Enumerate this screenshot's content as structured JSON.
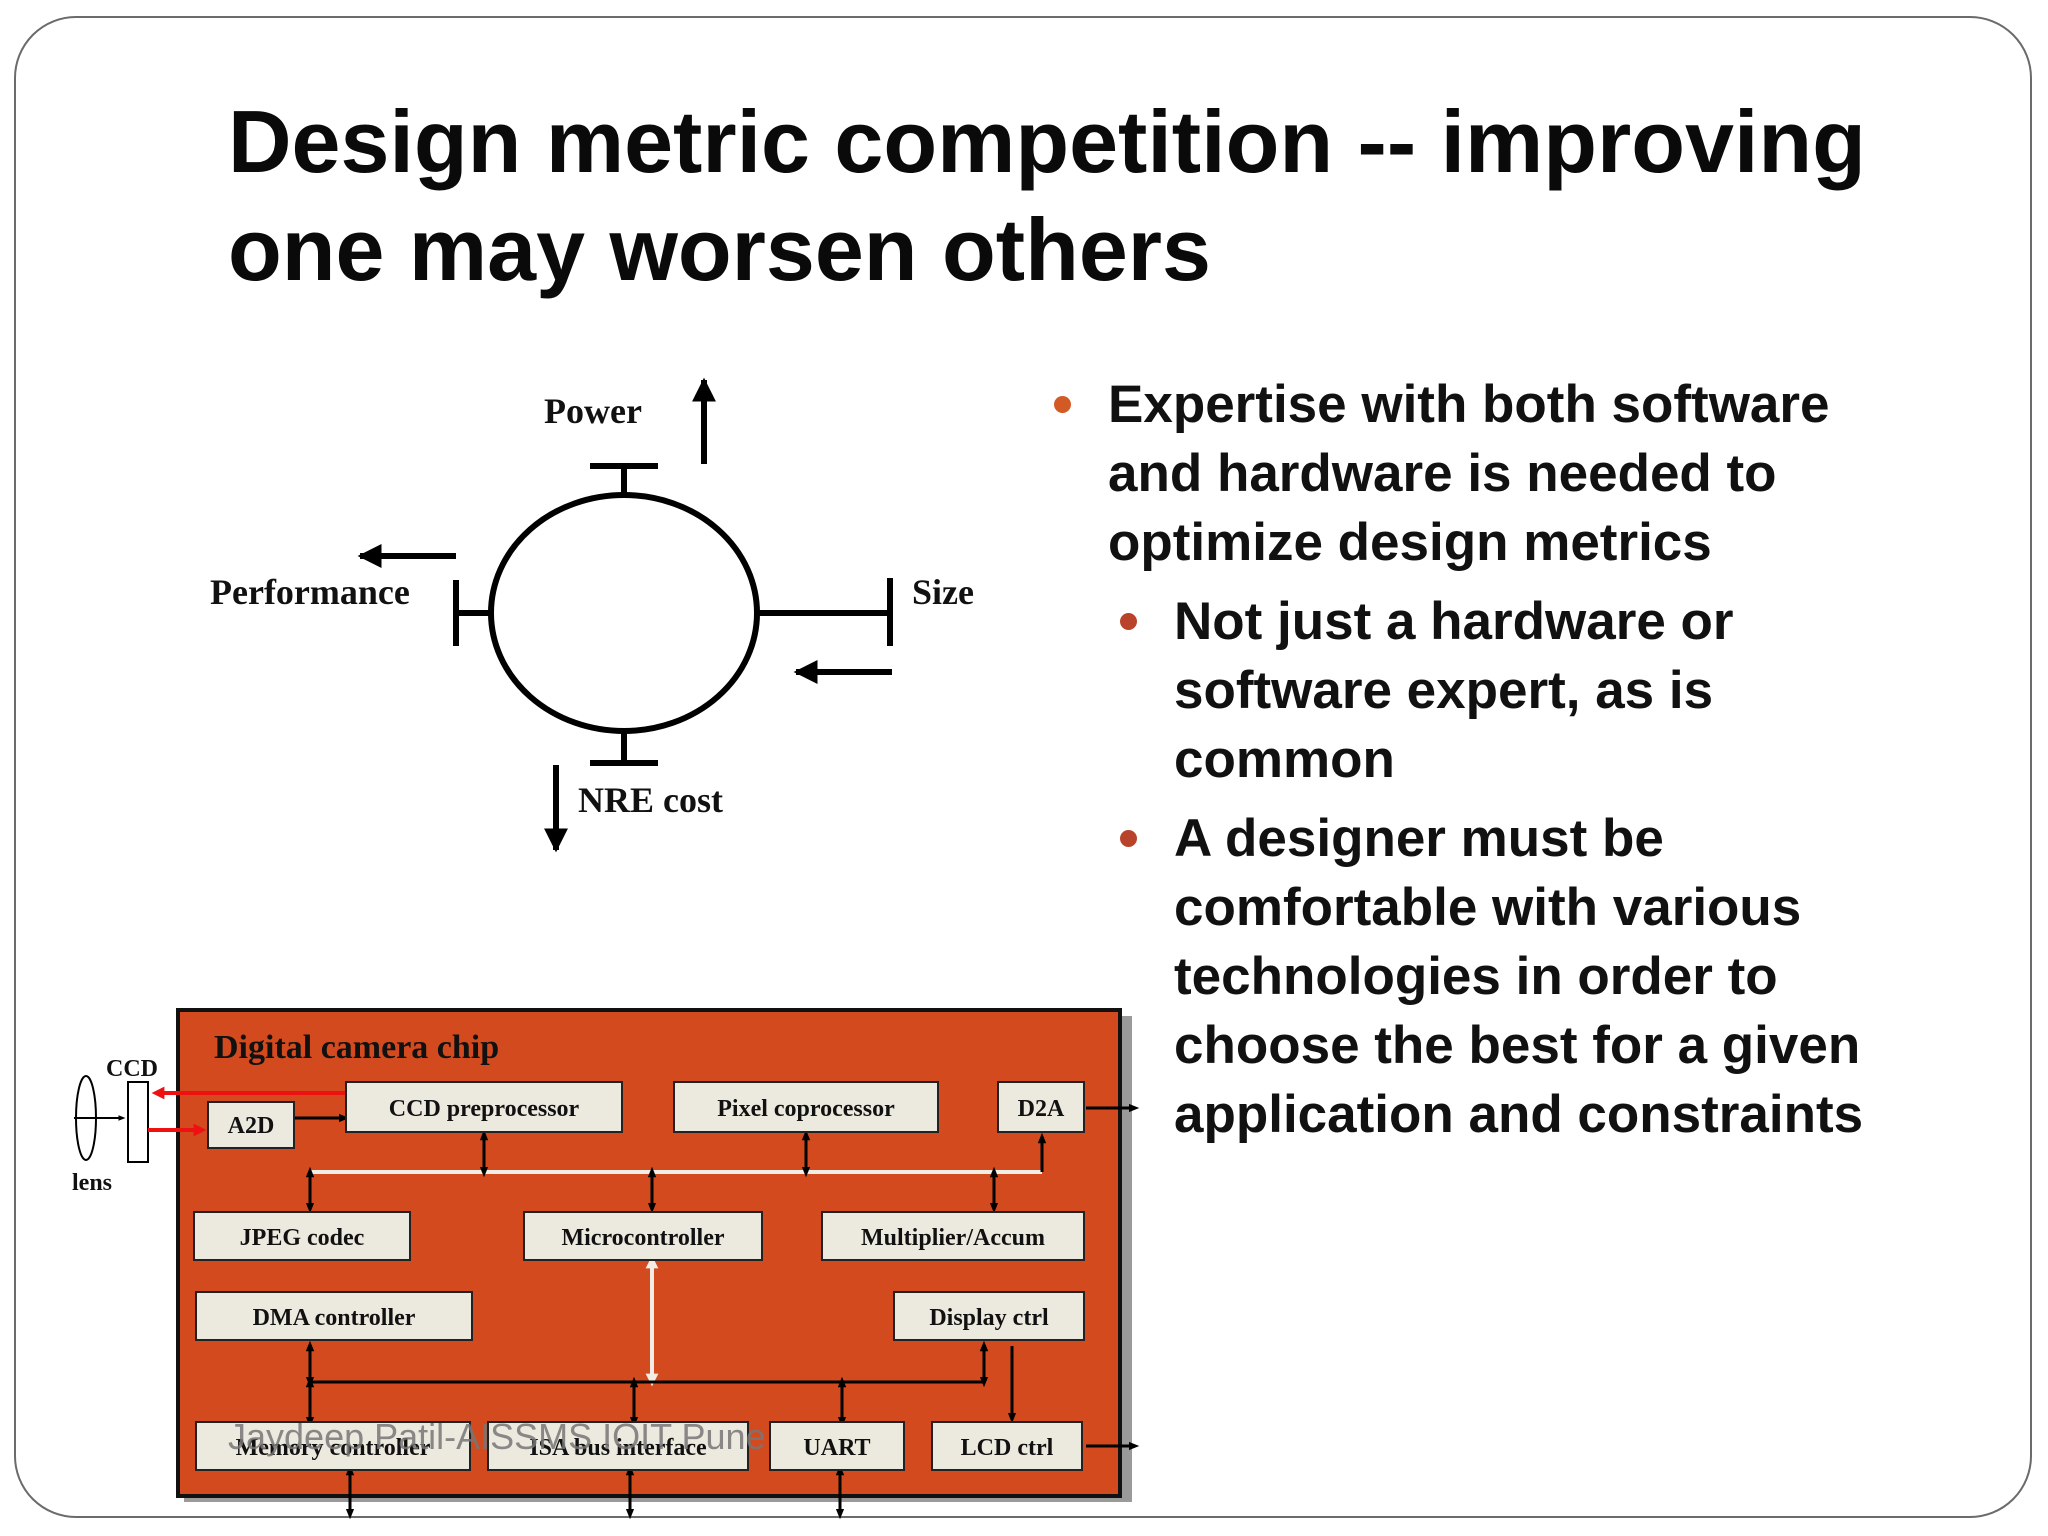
{
  "slide": {
    "title_lines": [
      "Design metric competition -- improving",
      "one may worsen others"
    ],
    "footer": "Jaydeep Patil-AISSMS IOIT Pune"
  },
  "metrics_diagram": {
    "power": "Power",
    "performance": "Performance",
    "size": "Size",
    "nre_cost": "NRE cost"
  },
  "camera_chip": {
    "title": "Digital camera chip",
    "ccd": "CCD",
    "lens": "lens",
    "blocks": {
      "a2d": "A2D",
      "ccd_preprocessor": "CCD preprocessor",
      "pixel_coprocessor": "Pixel coprocessor",
      "d2a": "D2A",
      "jpeg_codec": "JPEG codec",
      "microcontroller": "Microcontroller",
      "multiplier_accum": "Multiplier/Accum",
      "dma_controller": "DMA controller",
      "display_ctrl": "Display ctrl",
      "memory_controller": "Memory controller",
      "isa_bus_interface": "ISA bus interface",
      "uart": "UART",
      "lcd_ctrl": "LCD ctrl"
    }
  },
  "bullets": {
    "main_lines": [
      "Expertise with both software",
      "and hardware is needed to",
      "optimize design metrics"
    ],
    "sub1_lines": [
      "Not just a hardware or",
      "software expert, as is",
      "common"
    ],
    "sub2_lines": [
      "A designer must be",
      "comfortable with various",
      "technologies in order to",
      "choose the best for a given",
      "application and constraints"
    ]
  },
  "colors": {
    "chip_fill": "#d34a1e",
    "block_fill": "#ece9de",
    "bullet_main": "#d35a25",
    "bullet_sub": "#b8432a",
    "signal_red": "#ee1111"
  }
}
